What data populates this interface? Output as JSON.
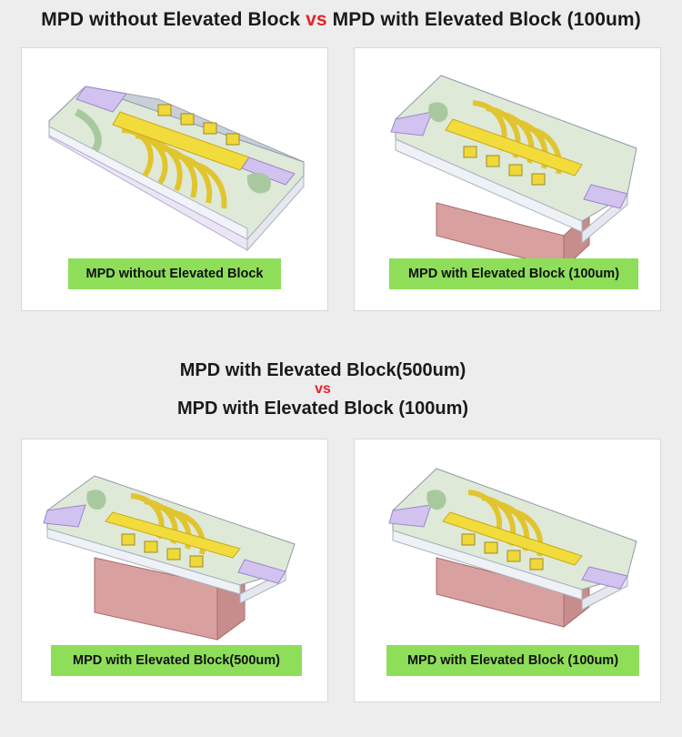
{
  "top_title": {
    "left": "MPD without Elevated Block",
    "vs": "vs",
    "right": "MPD with Elevated Block (100um)"
  },
  "mid_title": {
    "line1": "MPD with Elevated Block(500um)",
    "vs": "vs",
    "line2": "MPD with Elevated Block (100um)"
  },
  "cards": [
    {
      "label": "MPD without Elevated Block",
      "block": "none"
    },
    {
      "label": "MPD with Elevated Block (100um)",
      "block": "100um"
    },
    {
      "label": "MPD with Elevated Block(500um)",
      "block": "500um"
    },
    {
      "label": "MPD with Elevated Block (100um)",
      "block": "100um"
    }
  ],
  "colors": {
    "label_bg": "#8ede5a",
    "vs": "#e8202a",
    "substrate": "#d8e8d2",
    "trace": "#e8d43c",
    "elevated_block": "#d9a0a0",
    "pad_purple": "#c8b4f0"
  }
}
